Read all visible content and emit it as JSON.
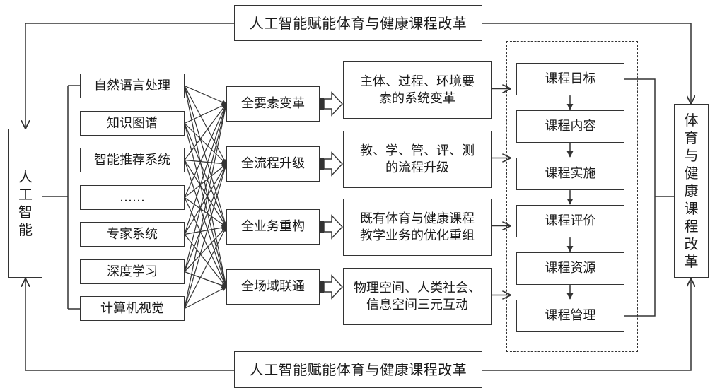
{
  "title_banner_top": "人工智能赋能体育与健康课程改革",
  "title_banner_bottom": "人工智能赋能体育与健康课程改革",
  "left_node": "人工智能",
  "right_node": "体育与健康课程改革",
  "ai_technologies": [
    "自然语言处理",
    "知识图谱",
    "智能推荐系统",
    "……",
    "专家系统",
    "深度学习",
    "计算机视觉"
  ],
  "transformations": [
    {
      "label": "全要素变革",
      "description": "主体、过程、环境要素的系统变革"
    },
    {
      "label": "全流程升级",
      "description": "教、学、管、评、测的流程升级"
    },
    {
      "label": "全业务重构",
      "description": "既有体育与健康课程教学业务的优化重组"
    },
    {
      "label": "全场域联通",
      "description": "物理空间、人类社会、信息空间三元互动"
    }
  ],
  "description_lines": [
    [
      "主体、过程、环境要",
      "素的系统变革"
    ],
    [
      "教、学、管、评、测",
      "的流程升级"
    ],
    [
      "既有体育与健康课程",
      "教学业务的优化重组"
    ],
    [
      "物理空间、人类社会、",
      "信息空间三元互动"
    ]
  ],
  "course_elements": [
    "课程目标",
    "课程内容",
    "课程实施",
    "课程评价",
    "课程资源",
    "课程管理"
  ],
  "colors": {
    "line": "#333333",
    "background": "#ffffff",
    "text": "#1a1a1a"
  }
}
